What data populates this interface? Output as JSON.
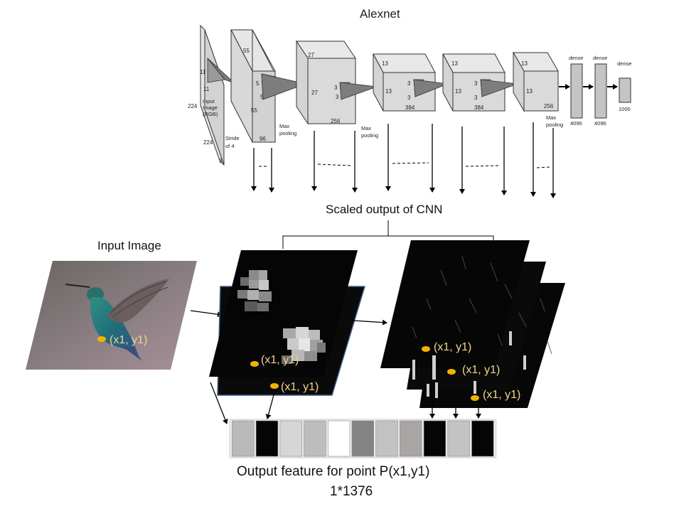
{
  "title": "Alexnet",
  "scaled_output_label": "Scaled output of CNN",
  "input_image_label": "Input Image",
  "output_feature_label": "Output feature for point P(x1,y1)",
  "output_dim_label": "1*1376",
  "point_label": "(x1, y1)",
  "point_color": "#f0b400",
  "network": {
    "input": {
      "h": "224",
      "w": "224",
      "c": "3",
      "k1": "11",
      "k2": "11",
      "name1": "Input",
      "name2": "Image",
      "name3": "(RGB)",
      "stride1": "Stride",
      "stride2": "of 4"
    },
    "conv1": {
      "a": "55",
      "b": "55",
      "depth": "96",
      "k1": "5",
      "k2": "5",
      "pool1": "Max",
      "pool2": "pooling"
    },
    "conv2": {
      "a": "27",
      "b": "27",
      "depth": "256",
      "k1": "3",
      "k2": "3",
      "pool1": "Max",
      "pool2": "pooling"
    },
    "conv3": {
      "a": "13",
      "b": "13",
      "depth": "384",
      "k1": "3",
      "k2": "3"
    },
    "conv4": {
      "a": "13",
      "b": "13",
      "depth": "384",
      "k1": "3",
      "k2": "3"
    },
    "conv5": {
      "a": "13",
      "b": "13",
      "depth": "256",
      "pool1": "Max",
      "pool2": "pooling"
    },
    "dense": [
      {
        "label": "dense",
        "size": "4096"
      },
      {
        "label": "dense",
        "size": "4096"
      },
      {
        "label": "dense",
        "size": "1000"
      }
    ]
  },
  "feature_cells": [
    "#b9b9b9",
    "#050505",
    "#d6d6d6",
    "#bdbdbd",
    "#ffffff",
    "#838383",
    "#c2c2c2",
    "#a9a5a5",
    "#050505",
    "#c3c3c3",
    "#050505"
  ]
}
